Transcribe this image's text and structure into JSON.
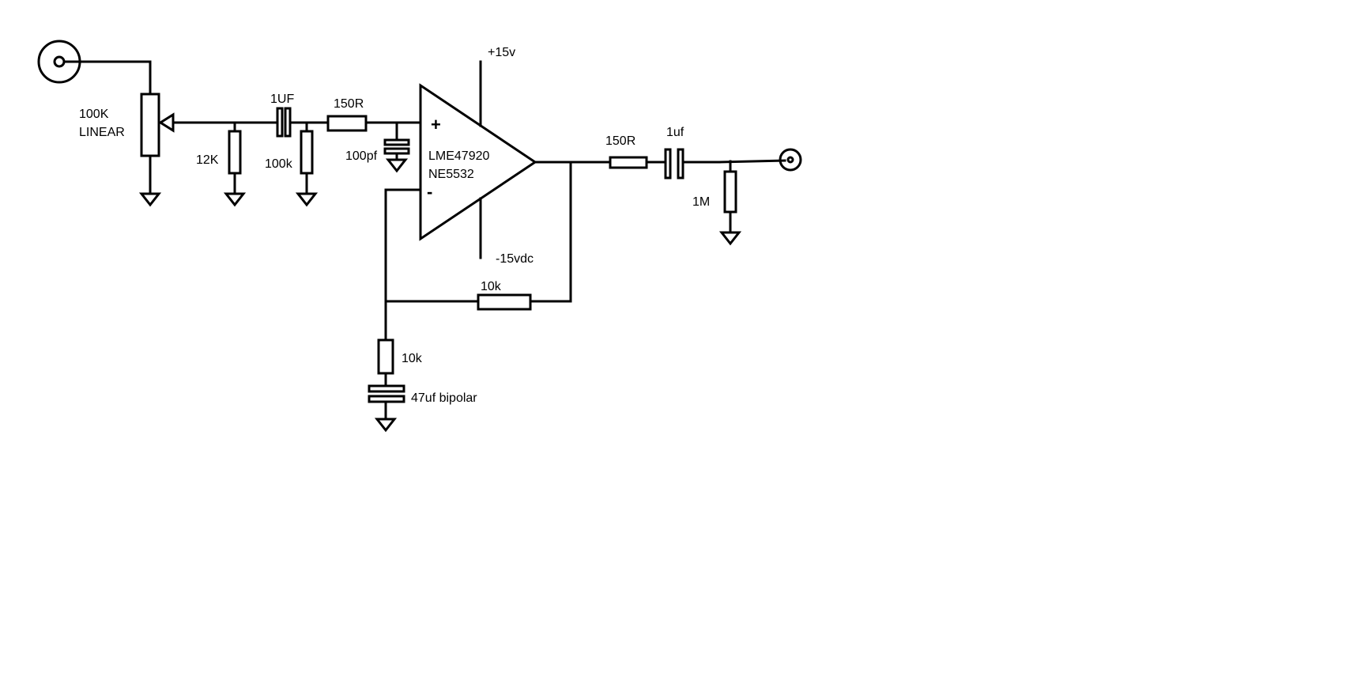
{
  "labels": {
    "pot_value": "100K",
    "pot_taper": "LINEAR",
    "r_12k": "12K",
    "c_1uf_in": "1UF",
    "r_100k_in": "100k",
    "r_150r_in": "150R",
    "c_100pf": "100pf",
    "opamp_model_1": "LME47920",
    "opamp_model_2": "NE5532",
    "opamp_plus": "+",
    "opamp_minus": "-",
    "supply_pos": "+15v",
    "supply_neg": "-15vdc",
    "r_feedback": "10k",
    "r_gain": "10k",
    "c_gain": "47uf bipolar",
    "r_150r_out": "150R",
    "c_1uf_out": "1uf",
    "r_1m": "1M"
  }
}
